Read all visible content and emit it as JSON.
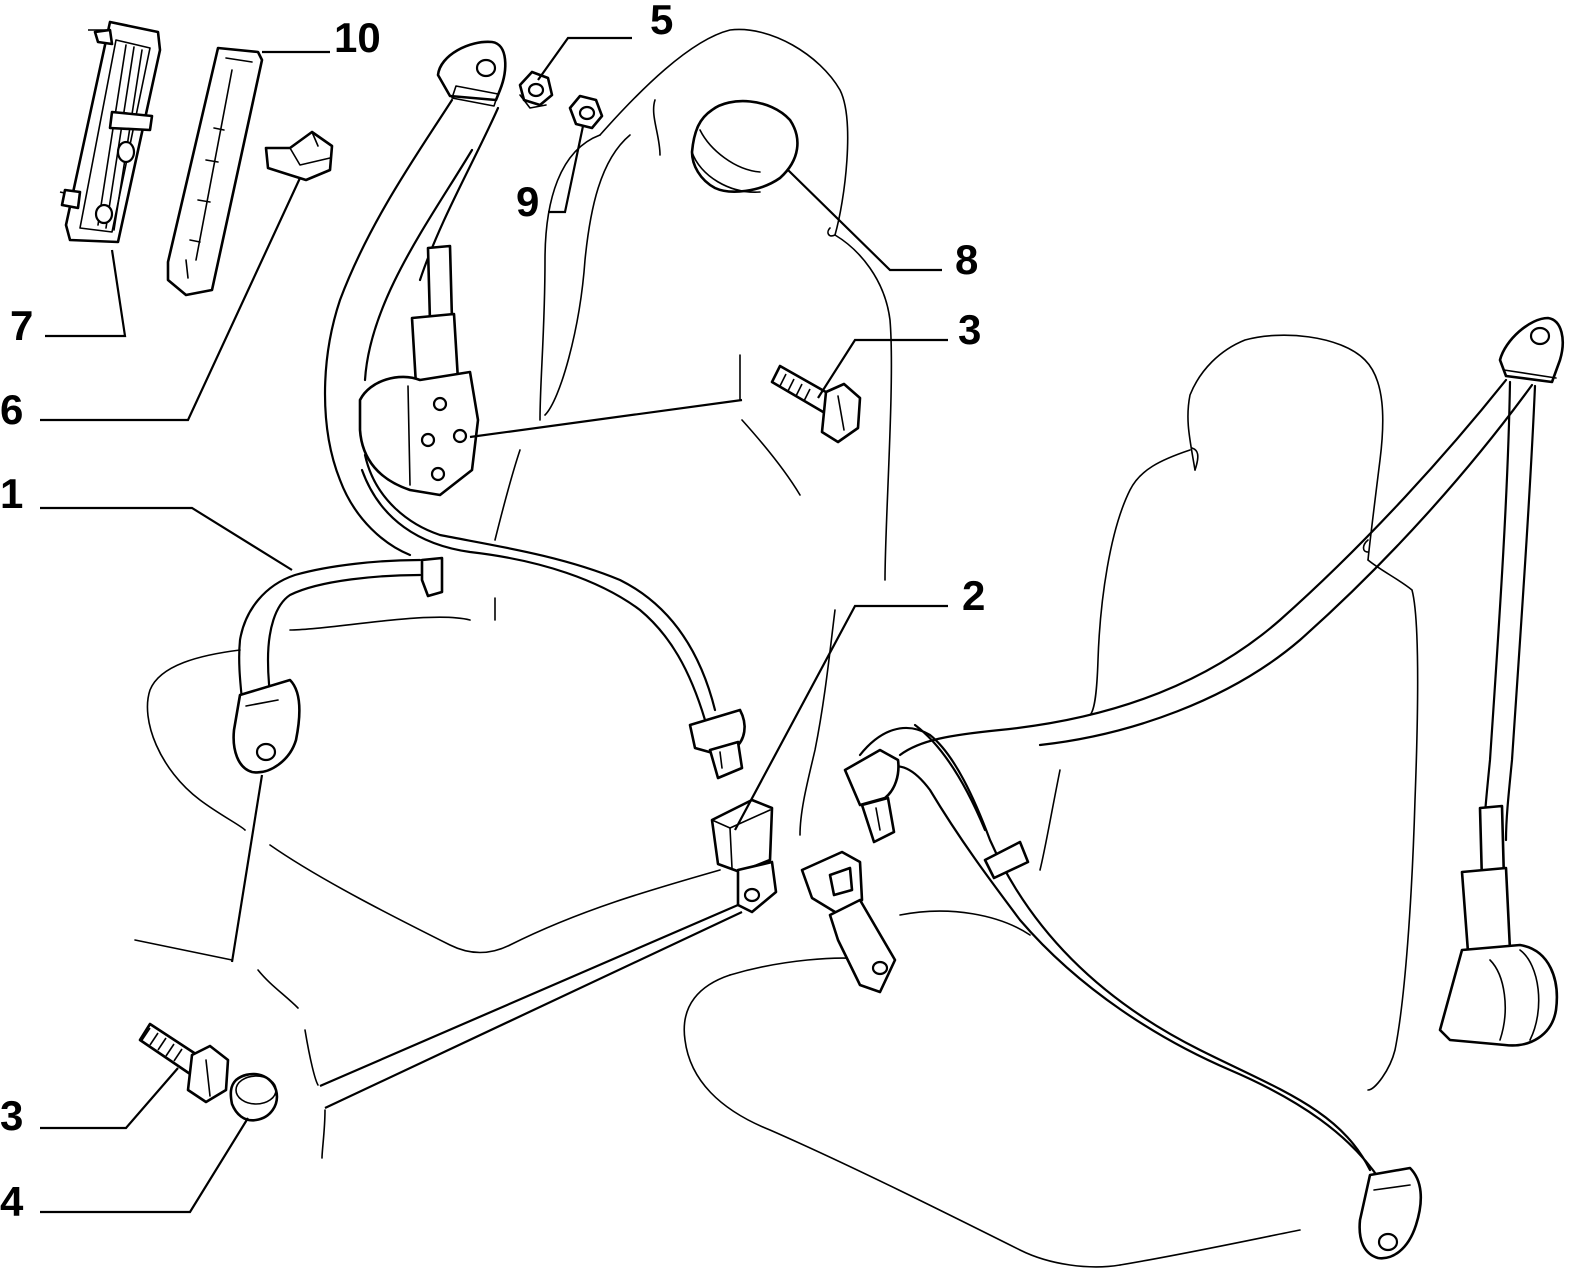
{
  "diagram": {
    "type": "exploded parts diagram",
    "callouts": [
      {
        "id": "1",
        "label": "1"
      },
      {
        "id": "2",
        "label": "2"
      },
      {
        "id": "3a",
        "label": "3"
      },
      {
        "id": "3b",
        "label": "3"
      },
      {
        "id": "4",
        "label": "4"
      },
      {
        "id": "5",
        "label": "5"
      },
      {
        "id": "6",
        "label": "6"
      },
      {
        "id": "7",
        "label": "7"
      },
      {
        "id": "8",
        "label": "8"
      },
      {
        "id": "9",
        "label": "9"
      },
      {
        "id": "10",
        "label": "10"
      }
    ]
  }
}
